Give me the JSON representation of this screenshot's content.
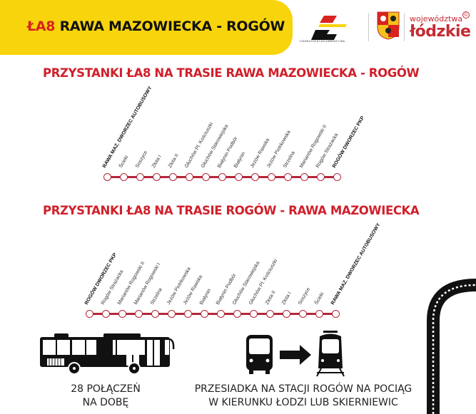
{
  "header": {
    "line_code": "ŁA8",
    "title": "RAWA MAZOWIECKA - ROGÓW",
    "banner_color": "#f8d40c",
    "accent_color": "#d8231f"
  },
  "logos": {
    "lka_caption": "ŁÓDZKA KOLEJ AGLOMERACYJNA",
    "region_small": "województwa",
    "region_big": "łódzkie",
    "region_mark": "©"
  },
  "routes": [
    {
      "title": "PRZYSTANKI ŁA8 NA TRASIE RAWA MAZOWIECKA - ROGÓW",
      "stops": [
        {
          "name": "RAWA MAZ. DWORZEC AUTOBUSOWY",
          "terminal": true
        },
        {
          "name": "Ścieki",
          "terminal": false
        },
        {
          "name": "Soszyce",
          "terminal": false
        },
        {
          "name": "Złota I",
          "terminal": false
        },
        {
          "name": "Złota II",
          "terminal": false
        },
        {
          "name": "Głuchów Pl. Kościuszki",
          "terminal": false
        },
        {
          "name": "Głuchów Starowiejska",
          "terminal": false
        },
        {
          "name": "Białynin Podbór",
          "terminal": false
        },
        {
          "name": "Białynin",
          "terminal": false
        },
        {
          "name": "Jeżów Rawska",
          "terminal": false
        },
        {
          "name": "Jeżów Piotrkowska",
          "terminal": false
        },
        {
          "name": "Strzelna",
          "terminal": false
        },
        {
          "name": "Marianów Rogowski II",
          "terminal": false
        },
        {
          "name": "Rogów Strażacka",
          "terminal": false
        },
        {
          "name": "ROGÓW DWORZEC PKP",
          "terminal": true
        }
      ]
    },
    {
      "title": "PRZYSTANKI ŁA8 NA TRASIE ROGÓW - RAWA MAZOWIECKA",
      "stops": [
        {
          "name": "ROGÓW DWORZEC PKP",
          "terminal": true
        },
        {
          "name": "Rogów Strażacka",
          "terminal": false
        },
        {
          "name": "Marianów Rogowski II",
          "terminal": false
        },
        {
          "name": "Marianów Rogowski I",
          "terminal": false
        },
        {
          "name": "Strzelna",
          "terminal": false
        },
        {
          "name": "Jeżów Piotrkowska",
          "terminal": false
        },
        {
          "name": "Jeżów Rawska",
          "terminal": false
        },
        {
          "name": "Białynin",
          "terminal": false
        },
        {
          "name": "Białynin Podbór",
          "terminal": false
        },
        {
          "name": "Głuchów Starowiejska",
          "terminal": false
        },
        {
          "name": "Głuchów Pl. Kościuszki",
          "terminal": false
        },
        {
          "name": "Złota II",
          "terminal": false
        },
        {
          "name": "Złota I",
          "terminal": false
        },
        {
          "name": "Soszyce",
          "terminal": false
        },
        {
          "name": "Ścieki",
          "terminal": false
        },
        {
          "name": "RAWA MAZ. DWORZEC AUTOBUSOWY",
          "terminal": true
        }
      ]
    }
  ],
  "route_color": "#b5263a",
  "info": {
    "connections_line1": "28 POŁĄCZEŃ",
    "connections_line2": "NA DOBĘ",
    "transfer_line1": "PRZESIADKA NA STACJI ROGÓW NA POCIĄG",
    "transfer_line2": "W KIERUNKU ŁODZI LUB SKIERNIEWIC"
  }
}
